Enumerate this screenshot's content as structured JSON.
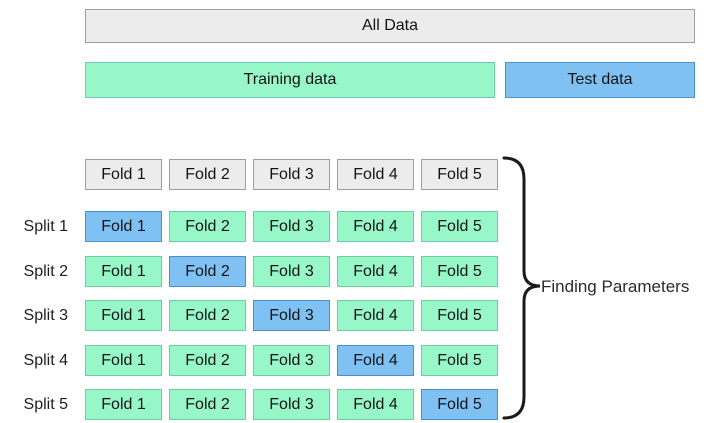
{
  "colors": {
    "background": "#ffffff",
    "gray_fill": "#ececec",
    "gray_border": "#96a1ae",
    "green_fill": "#98f7c9",
    "green_border": "#6ecda2",
    "blue_fill": "#7fc1f3",
    "blue_border": "#4d8fcc",
    "text": "#141414",
    "brace": "#1a1a1a"
  },
  "overview": {
    "all_data_label": "All Data",
    "training_label": "Training data",
    "test_label": "Test data"
  },
  "fold_headers": [
    "Fold 1",
    "Fold 2",
    "Fold 3",
    "Fold 4",
    "Fold 5"
  ],
  "splits": [
    {
      "label": "Split 1",
      "test_fold_index": 0,
      "folds": [
        "Fold 1",
        "Fold 2",
        "Fold 3",
        "Fold 4",
        "Fold 5"
      ]
    },
    {
      "label": "Split 2",
      "test_fold_index": 1,
      "folds": [
        "Fold 1",
        "Fold 2",
        "Fold 3",
        "Fold 4",
        "Fold 5"
      ]
    },
    {
      "label": "Split 3",
      "test_fold_index": 2,
      "folds": [
        "Fold 1",
        "Fold 2",
        "Fold 3",
        "Fold 4",
        "Fold 5"
      ]
    },
    {
      "label": "Split 4",
      "test_fold_index": 3,
      "folds": [
        "Fold 1",
        "Fold 2",
        "Fold 3",
        "Fold 4",
        "Fold 5"
      ]
    },
    {
      "label": "Split 5",
      "test_fold_index": 4,
      "folds": [
        "Fold 1",
        "Fold 2",
        "Fold 3",
        "Fold 4",
        "Fold 5"
      ]
    }
  ],
  "annotation": {
    "brace_label": "Finding Parameters"
  }
}
